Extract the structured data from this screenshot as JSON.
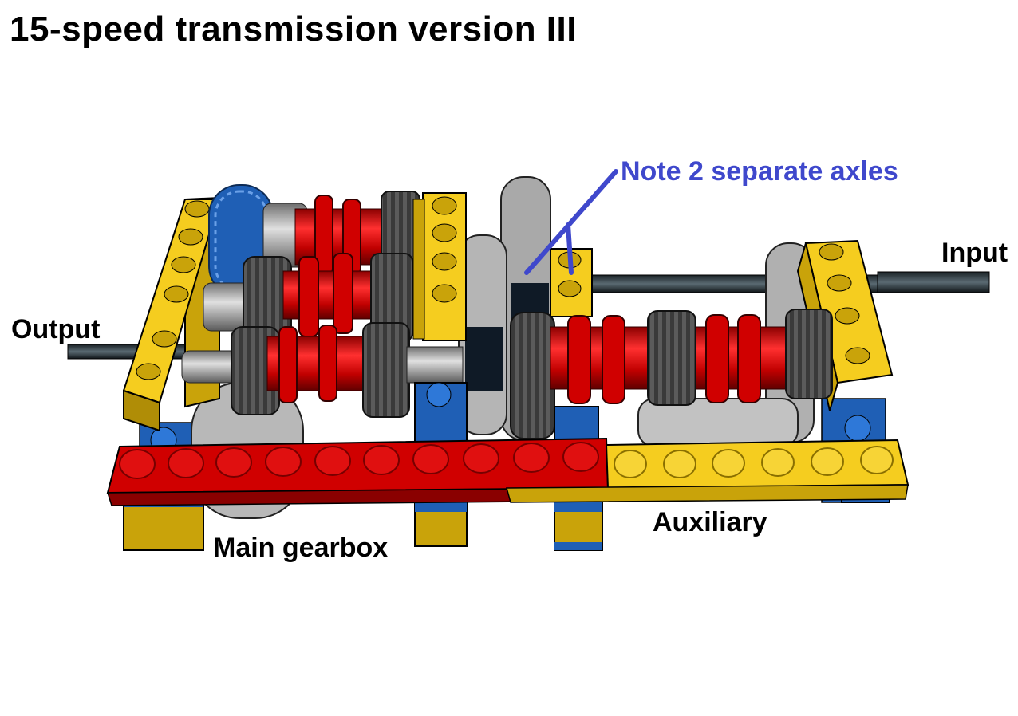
{
  "title": "15-speed transmission version III",
  "labels": {
    "note": "Note 2 separate axles",
    "input": "Input",
    "output": "Output",
    "main_gearbox": "Main gearbox",
    "auxiliary": "Auxiliary"
  },
  "colors": {
    "note": "#3f48cc",
    "yellow_beam": "#f5cd1f",
    "red_gear": "#d00000",
    "blue_part": "#1f5fb5",
    "gray_part": "#9a9a9a",
    "axle": "#263238"
  }
}
